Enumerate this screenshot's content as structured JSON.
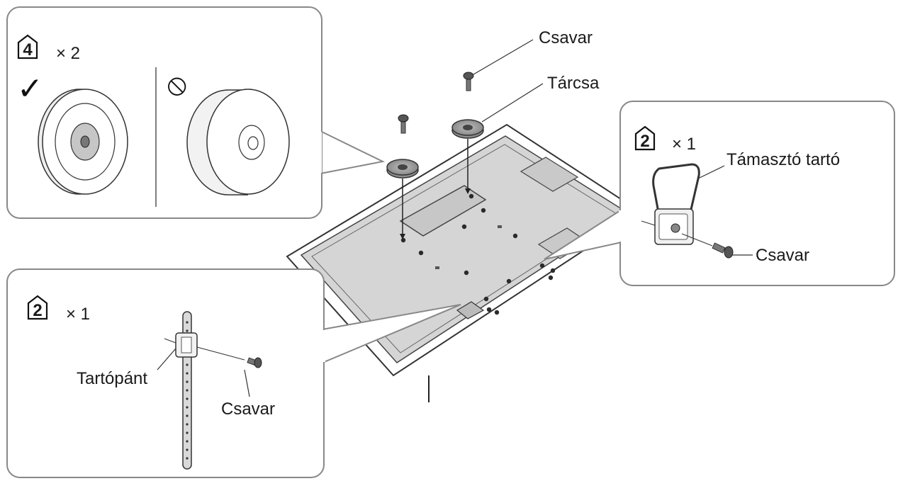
{
  "labels": {
    "screw_top": "Csavar",
    "disc": "Tárcsa",
    "support_holder": "Támasztó tartó",
    "screw_right": "Csavar",
    "strap": "Tartópánt",
    "screw_bottom": "Csavar"
  },
  "callouts": {
    "discs": {
      "part_number": "4",
      "quantity": "× 2"
    },
    "support": {
      "part_number": "2",
      "quantity": "× 1"
    },
    "strap": {
      "part_number": "2",
      "quantity": "× 1"
    }
  },
  "orientation": {
    "correct_symbol": "✓",
    "wrong_symbol": "⦸"
  }
}
